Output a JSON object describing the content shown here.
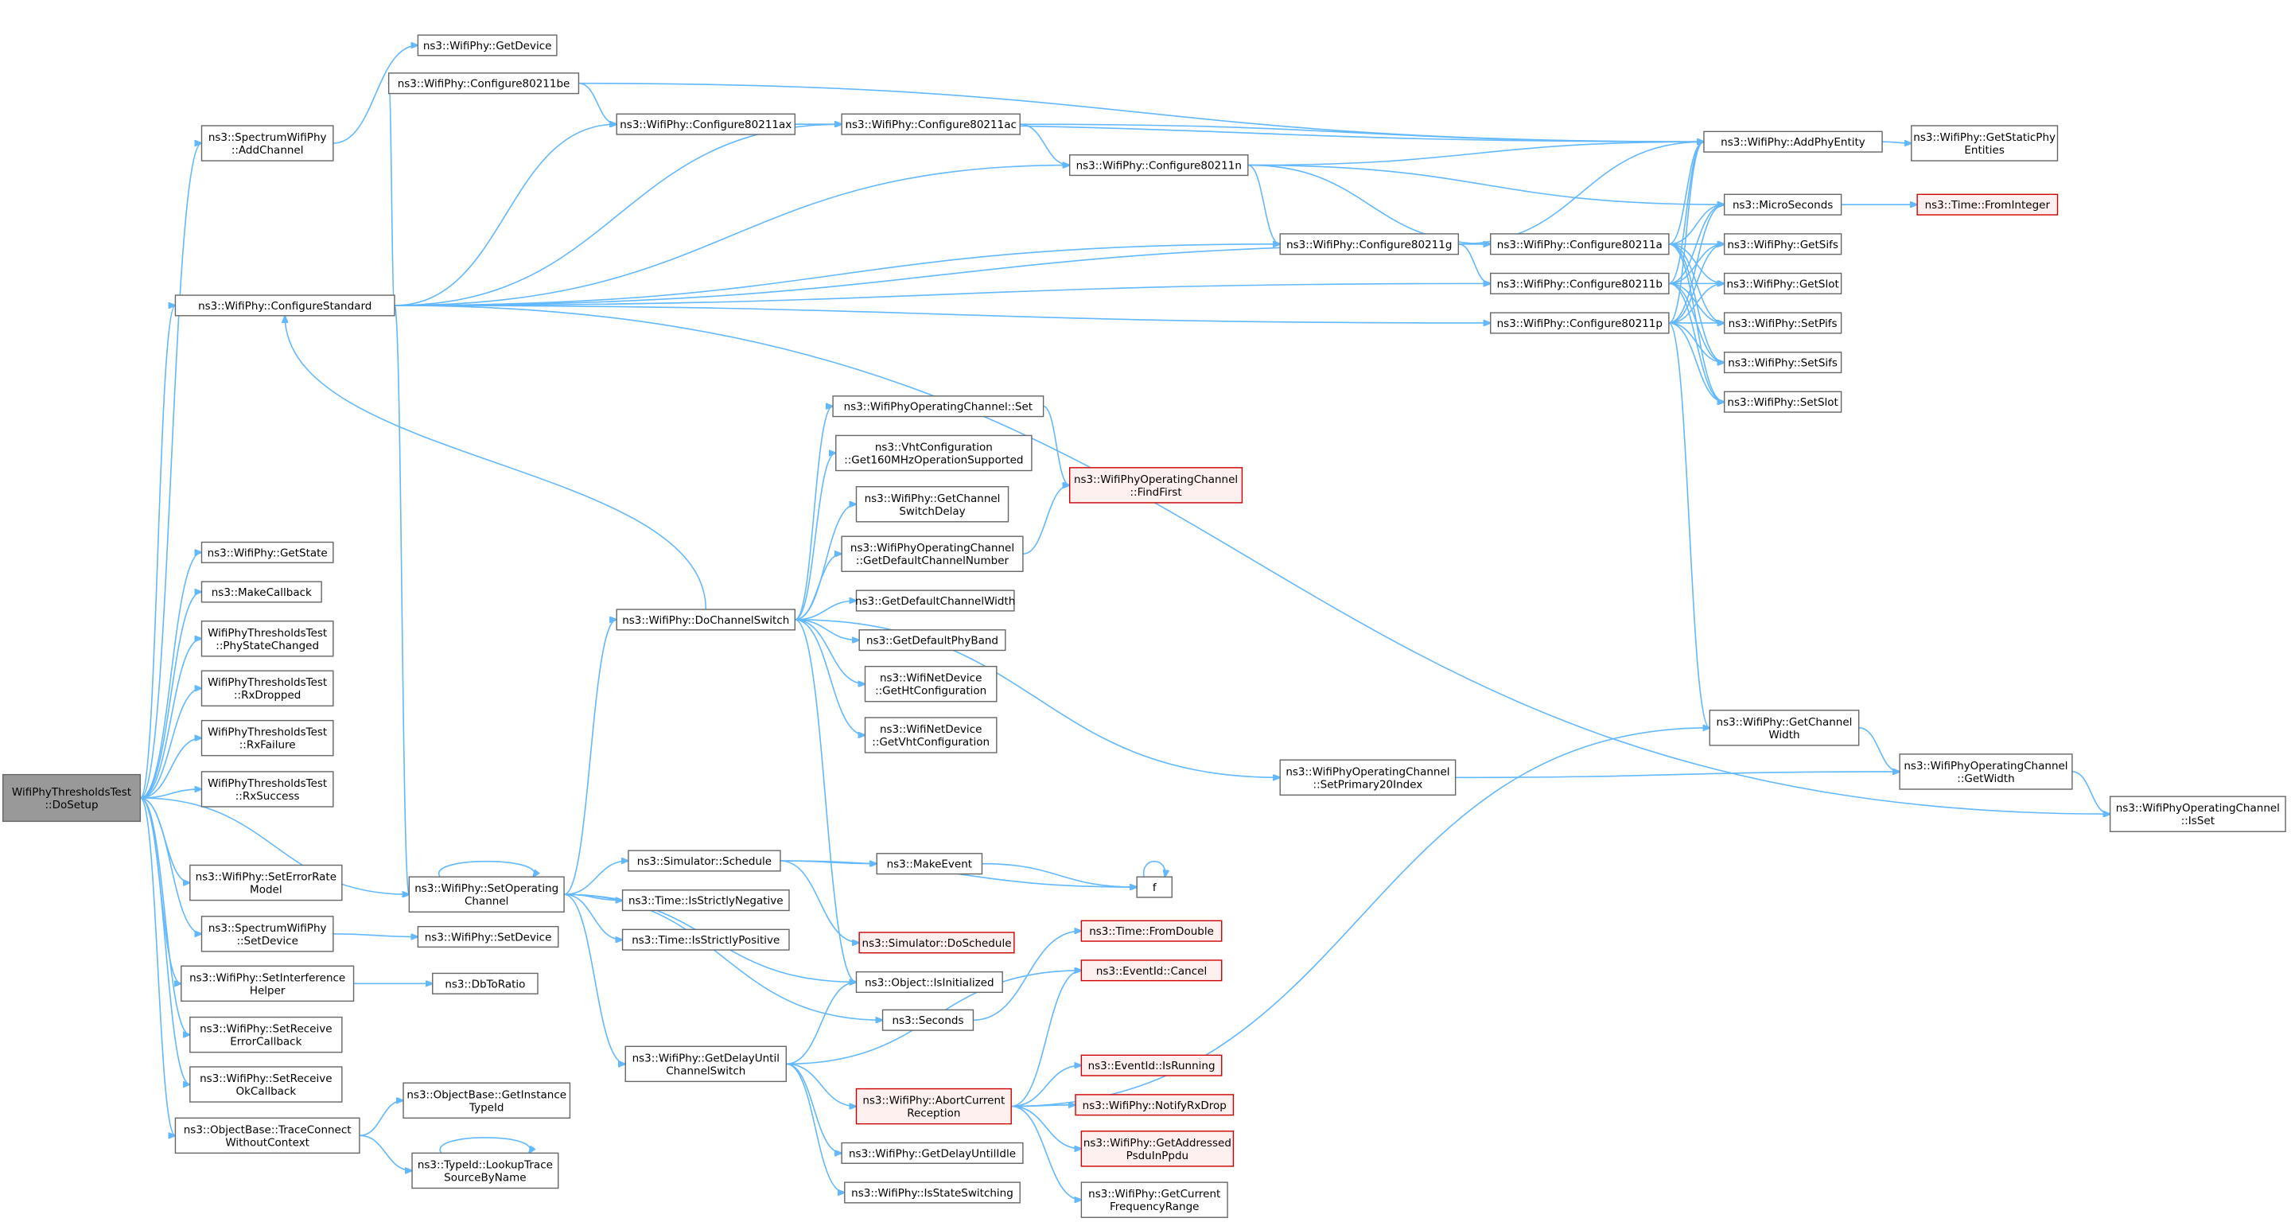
{
  "title": "",
  "colors": {
    "edge": "#63b8ff",
    "root_fill": "#999999",
    "node_border": "#666666",
    "red_border": "#cc0000",
    "red_fill": "#fff0f0"
  },
  "nodes": [
    {
      "id": "root",
      "lines": [
        "WifiPhyThresholdsTest",
        "::DoSetup"
      ],
      "style": "root"
    },
    {
      "id": "swp_addch",
      "lines": [
        "ns3::SpectrumWifiPhy",
        "::AddChannel"
      ]
    },
    {
      "id": "getdevice",
      "lines": [
        "ns3::WifiPhy::GetDevice"
      ]
    },
    {
      "id": "be",
      "lines": [
        "ns3::WifiPhy::Configure80211be"
      ]
    },
    {
      "id": "ax",
      "lines": [
        "ns3::WifiPhy::Configure80211ax"
      ]
    },
    {
      "id": "ac",
      "lines": [
        "ns3::WifiPhy::Configure80211ac"
      ]
    },
    {
      "id": "n",
      "lines": [
        "ns3::WifiPhy::Configure80211n"
      ]
    },
    {
      "id": "g",
      "lines": [
        "ns3::WifiPhy::Configure80211g"
      ]
    },
    {
      "id": "a",
      "lines": [
        "ns3::WifiPhy::Configure80211a"
      ]
    },
    {
      "id": "b",
      "lines": [
        "ns3::WifiPhy::Configure80211b"
      ]
    },
    {
      "id": "p",
      "lines": [
        "ns3::WifiPhy::Configure80211p"
      ]
    },
    {
      "id": "addphy",
      "lines": [
        "ns3::WifiPhy::AddPhyEntity"
      ]
    },
    {
      "id": "getstatic",
      "lines": [
        "ns3::WifiPhy::GetStaticPhy",
        "Entities"
      ]
    },
    {
      "id": "micro",
      "lines": [
        "ns3::MicroSeconds"
      ]
    },
    {
      "id": "fromint",
      "lines": [
        "ns3::Time::FromInteger"
      ],
      "style": "red"
    },
    {
      "id": "getsifs",
      "lines": [
        "ns3::WifiPhy::GetSifs"
      ]
    },
    {
      "id": "getslot",
      "lines": [
        "ns3::WifiPhy::GetSlot"
      ]
    },
    {
      "id": "setpifs",
      "lines": [
        "ns3::WifiPhy::SetPifs"
      ]
    },
    {
      "id": "setsifs",
      "lines": [
        "ns3::WifiPhy::SetSifs"
      ]
    },
    {
      "id": "setslot",
      "lines": [
        "ns3::WifiPhy::SetSlot"
      ]
    },
    {
      "id": "confstd",
      "lines": [
        "ns3::WifiPhy::ConfigureStandard"
      ]
    },
    {
      "id": "getstate",
      "lines": [
        "ns3::WifiPhy::GetState"
      ]
    },
    {
      "id": "makecb",
      "lines": [
        "ns3::MakeCallback"
      ]
    },
    {
      "id": "physc",
      "lines": [
        "WifiPhyThresholdsTest",
        "::PhyStateChanged"
      ]
    },
    {
      "id": "rxdrop",
      "lines": [
        "WifiPhyThresholdsTest",
        "::RxDropped"
      ]
    },
    {
      "id": "rxfail",
      "lines": [
        "WifiPhyThresholdsTest",
        "::RxFailure"
      ]
    },
    {
      "id": "rxsucc",
      "lines": [
        "WifiPhyThresholdsTest",
        "::RxSuccess"
      ]
    },
    {
      "id": "seterr",
      "lines": [
        "ns3::WifiPhy::SetErrorRate",
        "Model"
      ]
    },
    {
      "id": "swp_setdev",
      "lines": [
        "ns3::SpectrumWifiPhy",
        "::SetDevice"
      ]
    },
    {
      "id": "setinterf",
      "lines": [
        "ns3::WifiPhy::SetInterference",
        "Helper"
      ]
    },
    {
      "id": "setrxerr",
      "lines": [
        "ns3::WifiPhy::SetReceive",
        "ErrorCallback"
      ]
    },
    {
      "id": "setrxok",
      "lines": [
        "ns3::WifiPhy::SetReceive",
        "OkCallback"
      ]
    },
    {
      "id": "traceconn",
      "lines": [
        "ns3::ObjectBase::TraceConnect",
        "WithoutContext"
      ]
    },
    {
      "id": "setopch",
      "lines": [
        "ns3::WifiPhy::SetOperating",
        "Channel"
      ]
    },
    {
      "id": "setdevice",
      "lines": [
        "ns3::WifiPhy::SetDevice"
      ]
    },
    {
      "id": "dbtoratio",
      "lines": [
        "ns3::DbToRatio"
      ]
    },
    {
      "id": "getinsttid",
      "lines": [
        "ns3::ObjectBase::GetInstance",
        "TypeId"
      ]
    },
    {
      "id": "lookuptrace",
      "lines": [
        "ns3::TypeId::LookupTrace",
        "SourceByName"
      ]
    },
    {
      "id": "dochsw",
      "lines": [
        "ns3::WifiPhy::DoChannelSwitch"
      ]
    },
    {
      "id": "opch_set",
      "lines": [
        "ns3::WifiPhyOperatingChannel::Set"
      ]
    },
    {
      "id": "vht160",
      "lines": [
        "ns3::VhtConfiguration",
        "::Get160MHzOperationSupported"
      ]
    },
    {
      "id": "getchswdelay",
      "lines": [
        "ns3::WifiPhy::GetChannel",
        "SwitchDelay"
      ]
    },
    {
      "id": "getdefchnum",
      "lines": [
        "ns3::WifiPhyOperatingChannel",
        "::GetDefaultChannelNumber"
      ]
    },
    {
      "id": "getdefchw",
      "lines": [
        "ns3::GetDefaultChannelWidth"
      ]
    },
    {
      "id": "getdefband",
      "lines": [
        "ns3::GetDefaultPhyBand"
      ]
    },
    {
      "id": "getht",
      "lines": [
        "ns3::WifiNetDevice",
        "::GetHtConfiguration"
      ]
    },
    {
      "id": "getvht",
      "lines": [
        "ns3::WifiNetDevice",
        "::GetVhtConfiguration"
      ]
    },
    {
      "id": "findfirst",
      "lines": [
        "ns3::WifiPhyOperatingChannel",
        "::FindFirst"
      ],
      "style": "red"
    },
    {
      "id": "setprim20",
      "lines": [
        "ns3::WifiPhyOperatingChannel",
        "::SetPrimary20Index"
      ]
    },
    {
      "id": "getchw",
      "lines": [
        "ns3::WifiPhy::GetChannel",
        "Width"
      ]
    },
    {
      "id": "getwidth",
      "lines": [
        "ns3::WifiPhyOperatingChannel",
        "::GetWidth"
      ]
    },
    {
      "id": "isset",
      "lines": [
        "ns3::WifiPhyOperatingChannel",
        "::IsSet"
      ]
    },
    {
      "id": "schedule",
      "lines": [
        "ns3::Simulator::Schedule"
      ]
    },
    {
      "id": "makeevent",
      "lines": [
        "ns3::MakeEvent"
      ]
    },
    {
      "id": "f",
      "lines": [
        "f"
      ]
    },
    {
      "id": "isneg",
      "lines": [
        "ns3::Time::IsStrictlyNegative"
      ]
    },
    {
      "id": "ispos",
      "lines": [
        "ns3::Time::IsStrictlyPositive"
      ]
    },
    {
      "id": "dosched",
      "lines": [
        "ns3::Simulator::DoSchedule"
      ],
      "style": "red"
    },
    {
      "id": "isinit",
      "lines": [
        "ns3::Object::IsInitialized"
      ]
    },
    {
      "id": "seconds",
      "lines": [
        "ns3::Seconds"
      ]
    },
    {
      "id": "fromdouble",
      "lines": [
        "ns3::Time::FromDouble"
      ],
      "style": "red"
    },
    {
      "id": "cancel",
      "lines": [
        "ns3::EventId::Cancel"
      ],
      "style": "red"
    },
    {
      "id": "getdelay",
      "lines": [
        "ns3::WifiPhy::GetDelayUntil",
        "ChannelSwitch"
      ]
    },
    {
      "id": "abortrx",
      "lines": [
        "ns3::WifiPhy::AbortCurrent",
        "Reception"
      ],
      "style": "red"
    },
    {
      "id": "isrunning",
      "lines": [
        "ns3::EventId::IsRunning"
      ],
      "style": "red"
    },
    {
      "id": "notifyrx",
      "lines": [
        "ns3::WifiPhy::NotifyRxDrop"
      ],
      "style": "red"
    },
    {
      "id": "getaddr",
      "lines": [
        "ns3::WifiPhy::GetAddressed",
        "PsduInPpdu"
      ],
      "style": "red"
    },
    {
      "id": "getcurfreq",
      "lines": [
        "ns3::WifiPhy::GetCurrent",
        "FrequencyRange"
      ]
    },
    {
      "id": "getdelayidle",
      "lines": [
        "ns3::WifiPhy::GetDelayUntilIdle"
      ]
    },
    {
      "id": "isstatesw",
      "lines": [
        "ns3::WifiPhy::IsStateSwitching"
      ]
    }
  ],
  "edges": [
    [
      "root",
      "swp_addch"
    ],
    [
      "root",
      "confstd"
    ],
    [
      "root",
      "getstate"
    ],
    [
      "root",
      "makecb"
    ],
    [
      "root",
      "physc"
    ],
    [
      "root",
      "rxdrop"
    ],
    [
      "root",
      "rxfail"
    ],
    [
      "root",
      "rxsucc"
    ],
    [
      "root",
      "setopch"
    ],
    [
      "root",
      "seterr"
    ],
    [
      "root",
      "swp_setdev"
    ],
    [
      "root",
      "setinterf"
    ],
    [
      "root",
      "setrxerr"
    ],
    [
      "root",
      "setrxok"
    ],
    [
      "root",
      "traceconn"
    ],
    [
      "swp_addch",
      "getdevice"
    ],
    [
      "confstd",
      "be"
    ],
    [
      "confstd",
      "ax"
    ],
    [
      "confstd",
      "ac"
    ],
    [
      "confstd",
      "n"
    ],
    [
      "confstd",
      "g"
    ],
    [
      "confstd",
      "a"
    ],
    [
      "confstd",
      "b"
    ],
    [
      "confstd",
      "p"
    ],
    [
      "confstd",
      "isset"
    ],
    [
      "confstd",
      "setopch"
    ],
    [
      "be",
      "addphy"
    ],
    [
      "be",
      "ax"
    ],
    [
      "ax",
      "addphy"
    ],
    [
      "ax",
      "ac"
    ],
    [
      "ac",
      "addphy"
    ],
    [
      "ac",
      "n"
    ],
    [
      "n",
      "addphy"
    ],
    [
      "n",
      "micro"
    ],
    [
      "n",
      "g"
    ],
    [
      "n",
      "a"
    ],
    [
      "g",
      "addphy"
    ],
    [
      "g",
      "b"
    ],
    [
      "a",
      "addphy"
    ],
    [
      "a",
      "micro"
    ],
    [
      "a",
      "getsifs"
    ],
    [
      "a",
      "getslot"
    ],
    [
      "a",
      "setpifs"
    ],
    [
      "a",
      "setsifs"
    ],
    [
      "a",
      "setslot"
    ],
    [
      "b",
      "addphy"
    ],
    [
      "b",
      "micro"
    ],
    [
      "b",
      "getsifs"
    ],
    [
      "b",
      "getslot"
    ],
    [
      "b",
      "setpifs"
    ],
    [
      "b",
      "setsifs"
    ],
    [
      "b",
      "setslot"
    ],
    [
      "p",
      "addphy"
    ],
    [
      "p",
      "micro"
    ],
    [
      "p",
      "getsifs"
    ],
    [
      "p",
      "getslot"
    ],
    [
      "p",
      "setpifs"
    ],
    [
      "p",
      "setsifs"
    ],
    [
      "p",
      "setslot"
    ],
    [
      "p",
      "getchw"
    ],
    [
      "addphy",
      "getstatic"
    ],
    [
      "micro",
      "fromint"
    ],
    [
      "swp_setdev",
      "setdevice"
    ],
    [
      "setinterf",
      "dbtoratio"
    ],
    [
      "traceconn",
      "getinsttid"
    ],
    [
      "traceconn",
      "lookuptrace"
    ],
    [
      "lookuptrace",
      "lookuptrace"
    ],
    [
      "setopch",
      "setopch"
    ],
    [
      "setopch",
      "dochsw"
    ],
    [
      "setopch",
      "schedule"
    ],
    [
      "setopch",
      "isneg"
    ],
    [
      "setopch",
      "ispos"
    ],
    [
      "setopch",
      "isinit"
    ],
    [
      "setopch",
      "seconds"
    ],
    [
      "setopch",
      "getdelay"
    ],
    [
      "dochsw",
      "confstd"
    ],
    [
      "dochsw",
      "opch_set"
    ],
    [
      "dochsw",
      "vht160"
    ],
    [
      "dochsw",
      "getchswdelay"
    ],
    [
      "dochsw",
      "getdefchnum"
    ],
    [
      "dochsw",
      "getdefchw"
    ],
    [
      "dochsw",
      "getdefband"
    ],
    [
      "dochsw",
      "getht"
    ],
    [
      "dochsw",
      "getvht"
    ],
    [
      "dochsw",
      "setprim20"
    ],
    [
      "dochsw",
      "isinit"
    ],
    [
      "opch_set",
      "findfirst"
    ],
    [
      "getdefchnum",
      "findfirst"
    ],
    [
      "setprim20",
      "getwidth"
    ],
    [
      "getchw",
      "getwidth"
    ],
    [
      "getwidth",
      "isset"
    ],
    [
      "schedule",
      "makeevent"
    ],
    [
      "schedule",
      "f"
    ],
    [
      "schedule",
      "dosched"
    ],
    [
      "makeevent",
      "f"
    ],
    [
      "f",
      "f"
    ],
    [
      "seconds",
      "fromdouble"
    ],
    [
      "getdelay",
      "isinit"
    ],
    [
      "getdelay",
      "cancel"
    ],
    [
      "getdelay",
      "abortrx"
    ],
    [
      "getdelay",
      "getdelayidle"
    ],
    [
      "getdelay",
      "isstatesw"
    ],
    [
      "abortrx",
      "getchw"
    ],
    [
      "abortrx",
      "cancel"
    ],
    [
      "abortrx",
      "isrunning"
    ],
    [
      "abortrx",
      "notifyrx"
    ],
    [
      "abortrx",
      "getaddr"
    ],
    [
      "abortrx",
      "getcurfreq"
    ]
  ]
}
